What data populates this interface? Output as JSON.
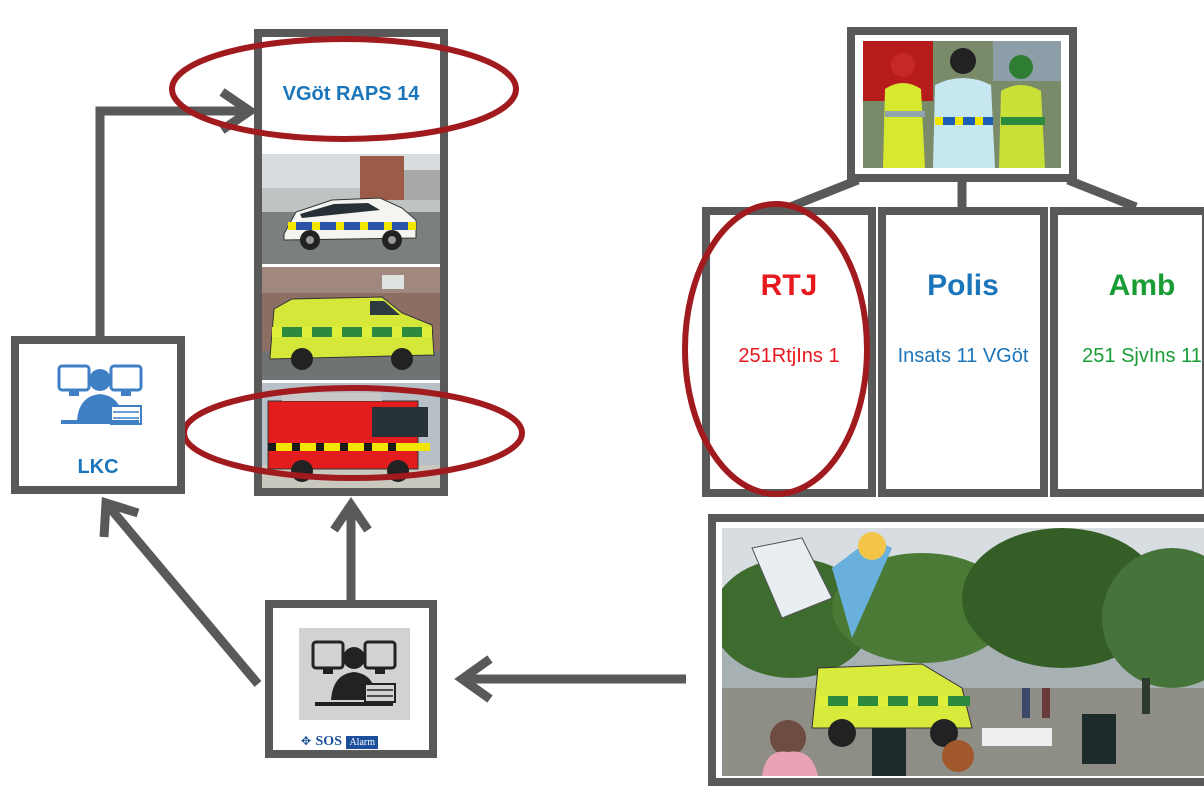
{
  "raps": {
    "title": "VGöt RAPS 14"
  },
  "lkc": {
    "label": "LKC"
  },
  "sos": {
    "brand": "SOS",
    "brand_tag": "Alarm"
  },
  "units": [
    {
      "id": "rtj",
      "title": "RTJ",
      "sub": "251RtjIns 1",
      "color": "#e8191e"
    },
    {
      "id": "polis",
      "title": "Polis",
      "sub": "Insats 11 VGöt",
      "color": "#1b75bb"
    },
    {
      "id": "amb",
      "title": "Amb",
      "sub": "251 SjvIns 11",
      "color": "#1a9c35"
    }
  ],
  "colors": {
    "frame": "#595959",
    "highlight": "#a01a1e",
    "blue": "#1b75bb",
    "icon_blue": "#3f7fc4"
  }
}
